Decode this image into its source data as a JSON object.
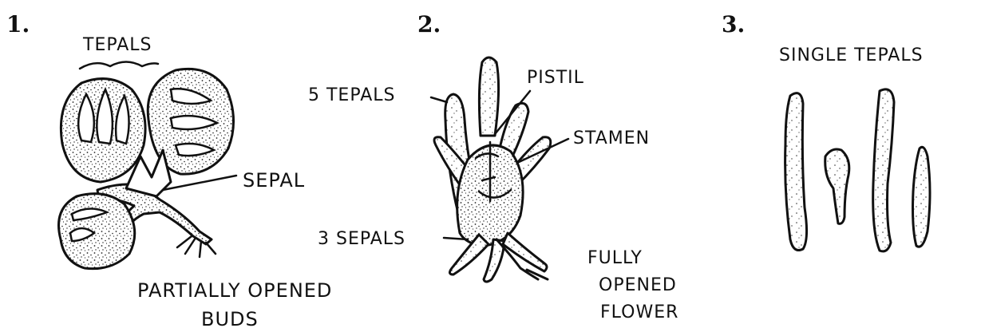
{
  "panels": [
    {
      "number": "1.",
      "labels": {
        "tepals": "TEPALS",
        "sepal": "SEPAL",
        "caption_line1": "PARTIALLY OPENED",
        "caption_line2": "BUDS"
      }
    },
    {
      "number": "2.",
      "labels": {
        "tepals": "5 TEPALS",
        "pistil": "PISTIL",
        "stamen": "STAMEN",
        "sepals": "3 SEPALS",
        "caption_line1": "FULLY",
        "caption_line2": "OPENED",
        "caption_line3": "FLOWER"
      }
    },
    {
      "number": "3.",
      "labels": {
        "title": "SINGLE TEPALS"
      }
    }
  ]
}
